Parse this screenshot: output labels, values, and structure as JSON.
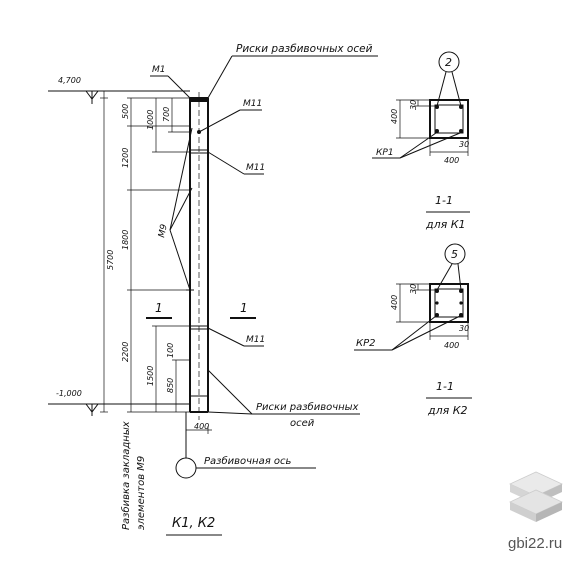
{
  "labels": {
    "risk_top": "Риски разбивочных осей",
    "risk_bottom_1": "Риски разбивочных",
    "risk_bottom_2": "осей",
    "m1": "М1",
    "m11_a": "М11",
    "m11_b": "М11",
    "m11_c": "М11",
    "m9": "М9",
    "razbivochnaya_os": "Разбивочная ось",
    "razbivka_1": "Разбивка закладных",
    "razbivka_2": "элементов М9",
    "caption_main": "К1, К2",
    "section_1_left": "1",
    "section_1_right": "1",
    "kp1": "КР1",
    "kp2": "КР2",
    "sec_k1_title": "1-1",
    "sec_k1_sub": "для К1",
    "sec_k2_title": "1-1",
    "sec_k2_sub": "для К2",
    "circle_2": "2",
    "circle_5": "5",
    "level_top": "4,700",
    "level_bottom": "-1,000"
  },
  "dims": {
    "total": "5700",
    "d500": "500",
    "d1200": "1200",
    "d1800": "1800",
    "d2200": "2200",
    "d1000": "1000",
    "d700": "700",
    "d1500": "1500",
    "d850": "850",
    "d100": "100",
    "d400_col": "400",
    "s1_400v": "400",
    "s1_30v": "30",
    "s1_30h": "30",
    "s1_400h": "400",
    "s2_400v": "400",
    "s2_30v": "30",
    "s2_30h": "30",
    "s2_400h": "400"
  },
  "watermark": {
    "text": "gbi22.ru"
  }
}
